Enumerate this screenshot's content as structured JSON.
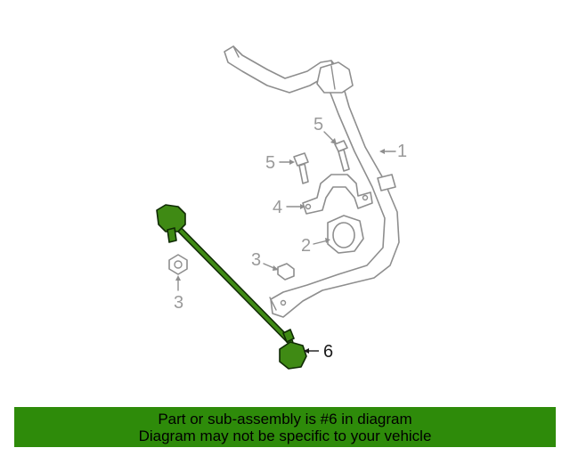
{
  "callouts": {
    "part_1": "1",
    "part_2": "2",
    "part_3_right": "3",
    "part_3_left": "3",
    "part_4": "4",
    "part_5_left": "5",
    "part_5_top": "5",
    "part_6": "6"
  },
  "banner": {
    "line1": "Part or sub-assembly is #6 in diagram",
    "line2": "Diagram may not be specific to your vehicle"
  },
  "colors": {
    "highlight": "#3f8a14",
    "banner": "#2e8b0a",
    "outline": "#8e8e8e"
  }
}
